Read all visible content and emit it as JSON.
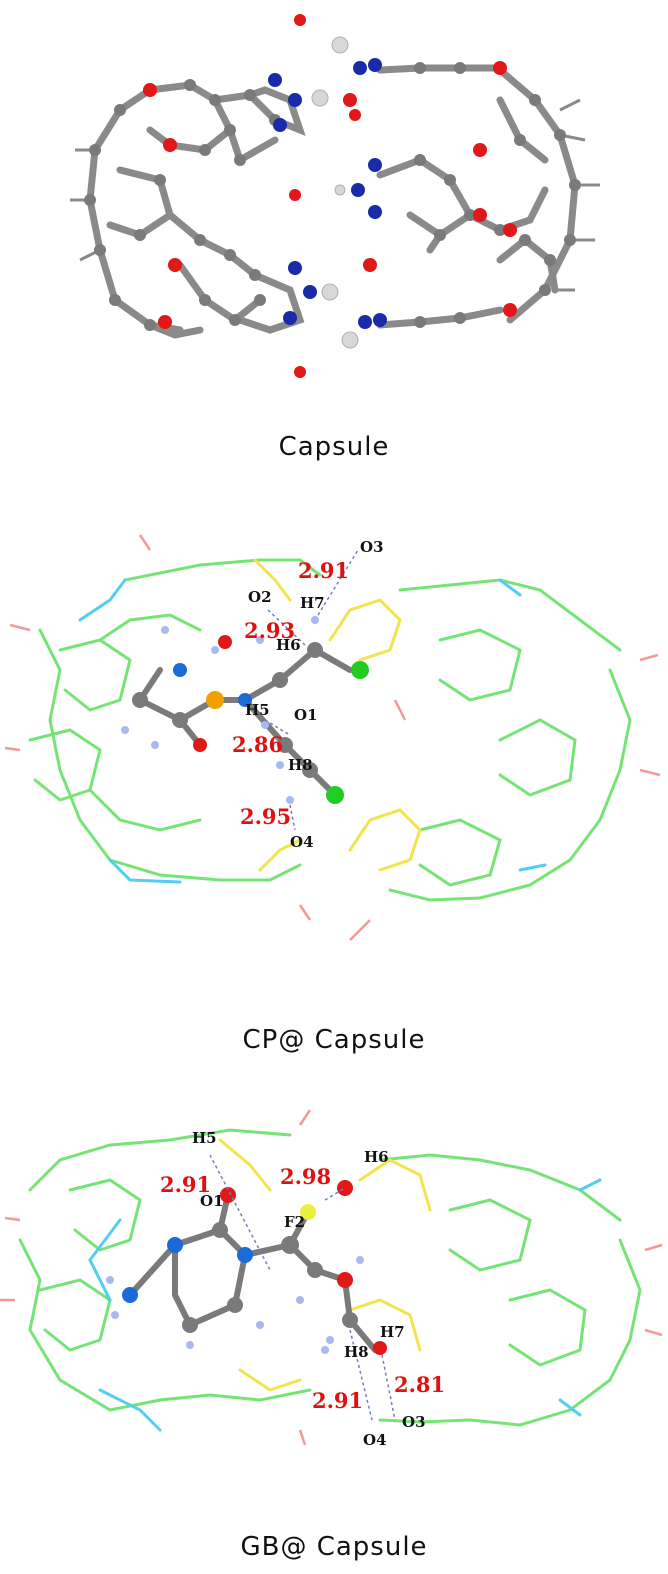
{
  "panels": [
    {
      "caption": "Capsule",
      "labels": [],
      "distances": []
    },
    {
      "caption": "CP@ Capsule",
      "labels": [
        "O3",
        "O2",
        "H7",
        "H6",
        "H5",
        "O1",
        "H8",
        "O4"
      ],
      "distances": [
        "2.91",
        "2.93",
        "2.86",
        "2.95"
      ]
    },
    {
      "caption": "GB@ Capsule",
      "labels": [
        "H5",
        "H6",
        "O1",
        "F2",
        "H7",
        "H8",
        "O3",
        "O4"
      ],
      "distances": [
        "2.91",
        "2.98",
        "2.91",
        "2.81"
      ]
    }
  ],
  "colors": {
    "carbon": "#7a7a7a",
    "oxygen": "#e01818",
    "nitrogen": "#1a2aa8",
    "hydrogen": "#d0d0d0",
    "wire_green": "#5ee05e",
    "wire_cyan": "#33c6f0",
    "wire_yellow": "#f0e030",
    "wire_red": "#f08080",
    "chlorine": "#22cc22",
    "phosphorus": "#f0a000",
    "label_red": "#e01010"
  }
}
